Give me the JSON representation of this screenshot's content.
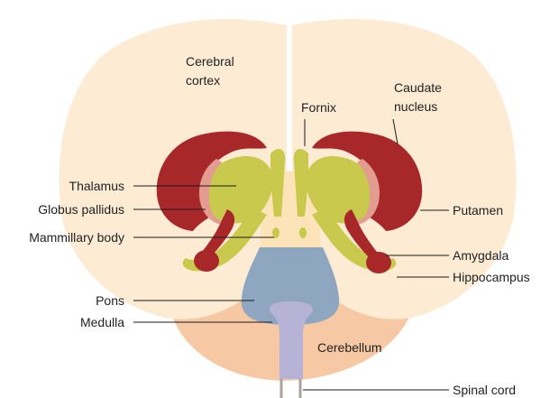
{
  "labels": {
    "cerebral_cortex_line1": "Cerebral",
    "cerebral_cortex_line2": "cortex",
    "fornix": "Fornix",
    "caudate_line1": "Caudate",
    "caudate_line2": "nucleus",
    "thalamus": "Thalamus",
    "globus_pallidus": "Globus pallidus",
    "mammillary_body": "Mammillary body",
    "putamen": "Putamen",
    "amygdala": "Amygdala",
    "hippocampus": "Hippocampus",
    "pons": "Pons",
    "medulla": "Medulla",
    "cerebellum": "Cerebellum",
    "spinal_cord": "Spinal cord"
  },
  "colors": {
    "cortex": "#fdebd3",
    "midline_fill": "#fde4b8",
    "caudate_putamen": "#a8282a",
    "globus_pallidus": "#e29d90",
    "thalamus_hippocampus": "#c9c94e",
    "pons": "#8ea6bf",
    "medulla": "#b7b3d6",
    "cerebellum": "#f6c8a3",
    "spinal_cord": "#aaa39b"
  }
}
